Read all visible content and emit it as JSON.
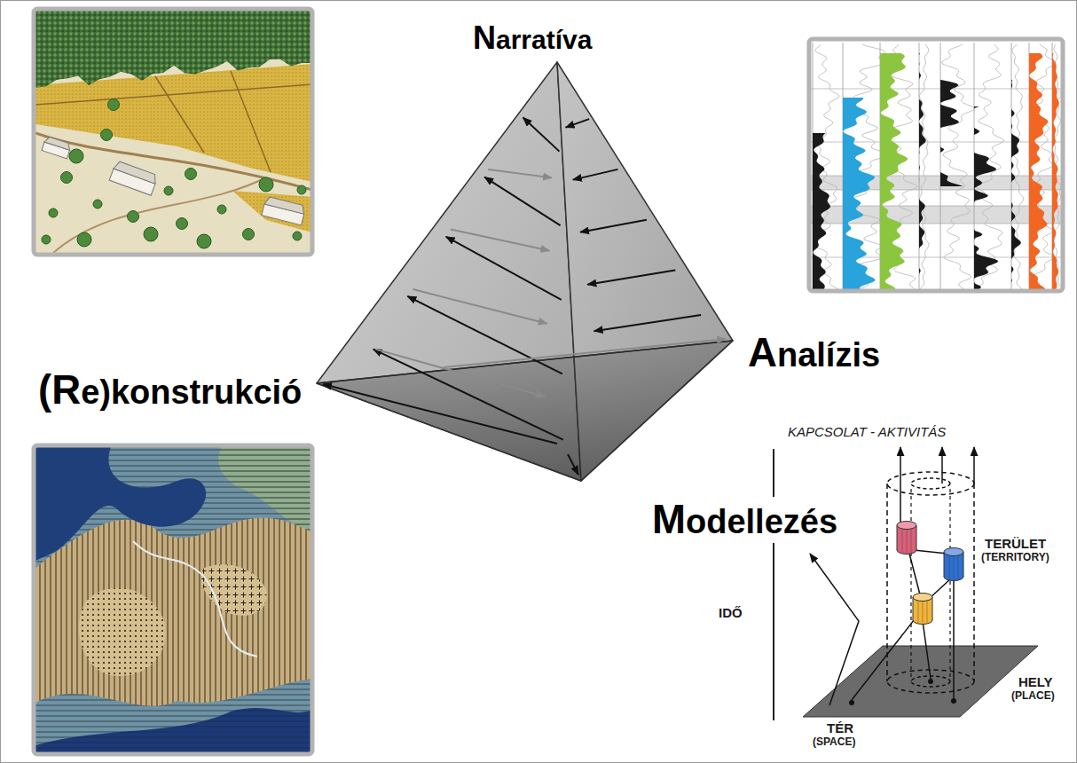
{
  "diagram": {
    "labels": [
      "Narratíva",
      "Analízis",
      "(Re)konstrukció",
      "Modellezés",
      "KAPCSOLAT - AKTIVITÁS",
      "TERÜLET",
      "(TERRITORY)",
      "HELY",
      "(PLACE)",
      "TÉR",
      "(SPACE)",
      "IDŐ"
    ]
  }
}
